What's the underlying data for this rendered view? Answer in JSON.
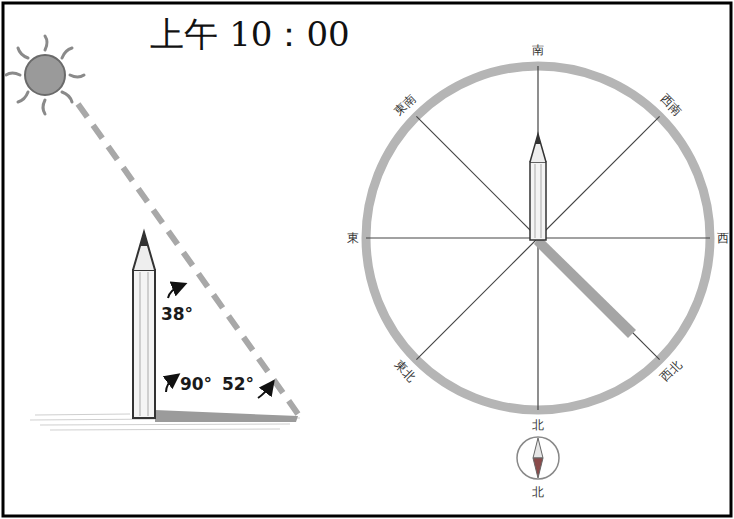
{
  "diagram": {
    "title": "上午 10：00",
    "labels": [
      "38°",
      "90°",
      "52°",
      "南",
      "西南",
      "西",
      "西北",
      "北",
      "東北",
      "東",
      "東南",
      "北"
    ]
  }
}
